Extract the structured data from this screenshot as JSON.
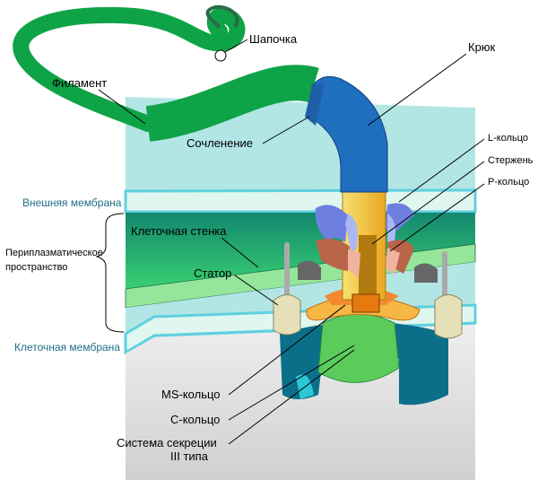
{
  "labels": {
    "cap": "Шапочка",
    "hook": "Крюк",
    "filament": "Филамент",
    "junction": "Сочленение",
    "l_ring": "L-кольцо",
    "rod": "Стержень",
    "p_ring": "P-кольцо",
    "outer_membrane": "Внешняя мембрана",
    "cell_wall": "Клеточная стенка",
    "periplasm_line1": "Периплазматическое",
    "periplasm_line2": "пространство",
    "stator": "Статор",
    "cell_membrane": "Клеточная мембрана",
    "ms_ring": "MS-кольцо",
    "c_ring": "C-кольцо",
    "secretion_line1": "Система секреции",
    "secretion_line2": "III типа"
  },
  "colors": {
    "filament": "#0fa347",
    "hook": "#1f6fbf",
    "rod": "#f2c53d",
    "l_ring": "#6f7fe0",
    "p_ring": "#b8654a",
    "ms_ring": "#5bcc5b",
    "c_ring": "#0c6f8a",
    "stator": "#e6e0b8",
    "membrane": "#5fd0e0",
    "cell_wall": "#2fbf6a"
  }
}
